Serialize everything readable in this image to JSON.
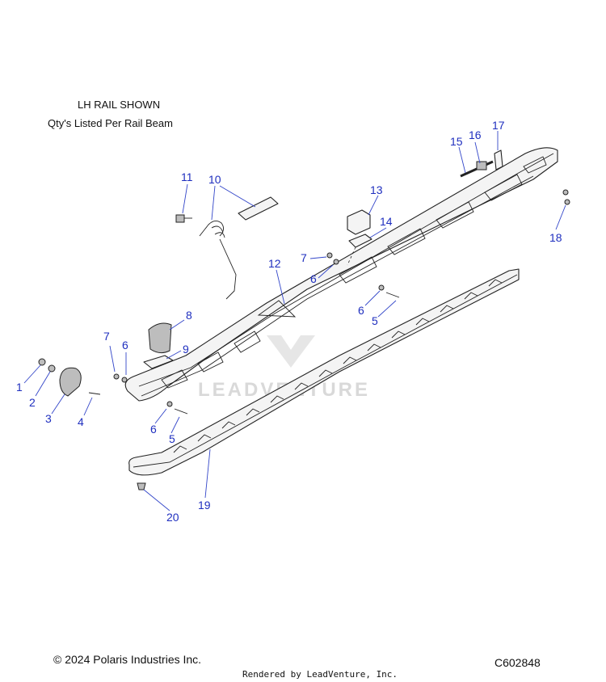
{
  "notes": {
    "line1": "LH RAIL SHOWN",
    "line2": "Qty's Listed Per Rail Beam"
  },
  "watermark": "LEADVENTURE",
  "footer": {
    "copyright": "© 2024 Polaris Industries Inc.",
    "diagram_code": "C602848",
    "rendered_by": "Rendered by LeadVenture, Inc."
  },
  "callouts": {
    "c1": "1",
    "c2": "2",
    "c3": "3",
    "c4": "4",
    "c5a": "5",
    "c5b": "5",
    "c6a": "6",
    "c6b": "6",
    "c6c": "6",
    "c6d": "6",
    "c7a": "7",
    "c7b": "7",
    "c8": "8",
    "c9": "9",
    "c10": "10",
    "c11": "11",
    "c12": "12",
    "c13": "13",
    "c14": "14",
    "c15": "15",
    "c16": "16",
    "c17": "17",
    "c18": "18",
    "c19": "19",
    "c20": "20"
  },
  "colors": {
    "callout": "#1f2fbf",
    "line": "#222222",
    "watermark": "#d9d9d9"
  }
}
